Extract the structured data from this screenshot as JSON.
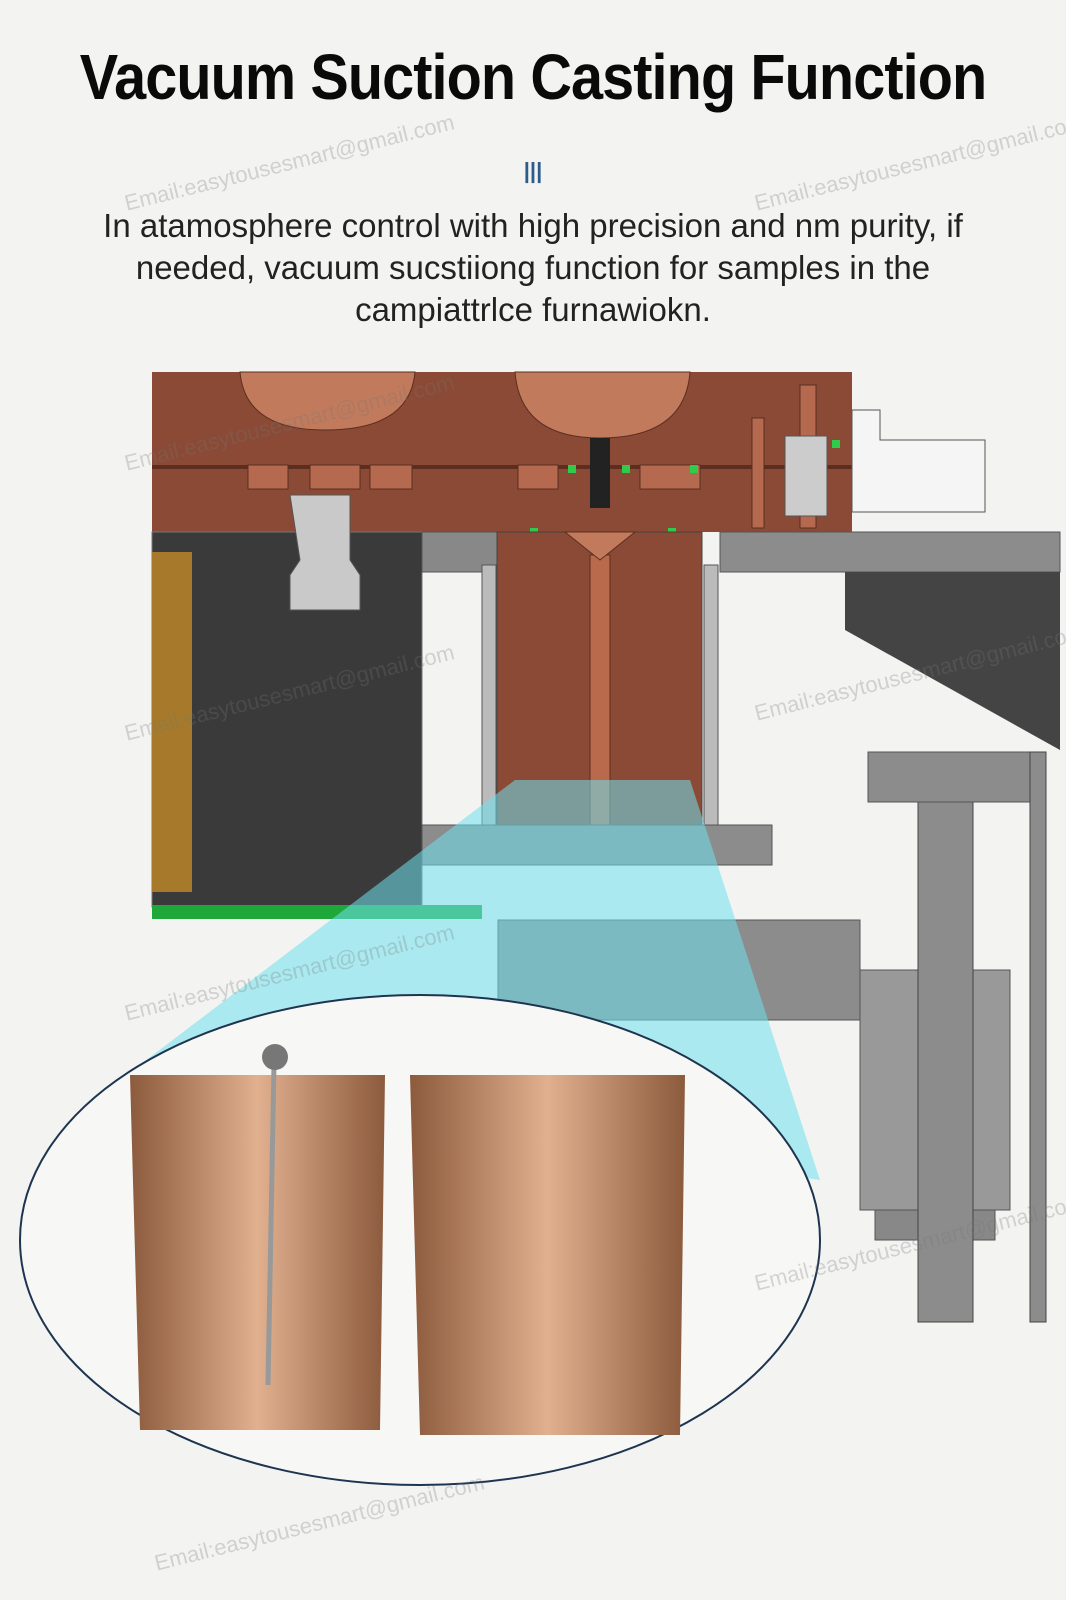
{
  "header": {
    "title": "Vacuum Suction Casting Function",
    "divider_mark": "|||",
    "description": "In atamosphere control with high precision and nm purity, if needed, vacuum sucstiiong function for samples in the campiattrlce furnawiokn."
  },
  "watermark": "Email:easytousesmart@gmail.com",
  "colors": {
    "copper": "#8a4a35",
    "dark": "#3a3a3a",
    "grey": "#8c8c8c",
    "cyan": "#6fe0ee",
    "green": "#1fa83a"
  }
}
